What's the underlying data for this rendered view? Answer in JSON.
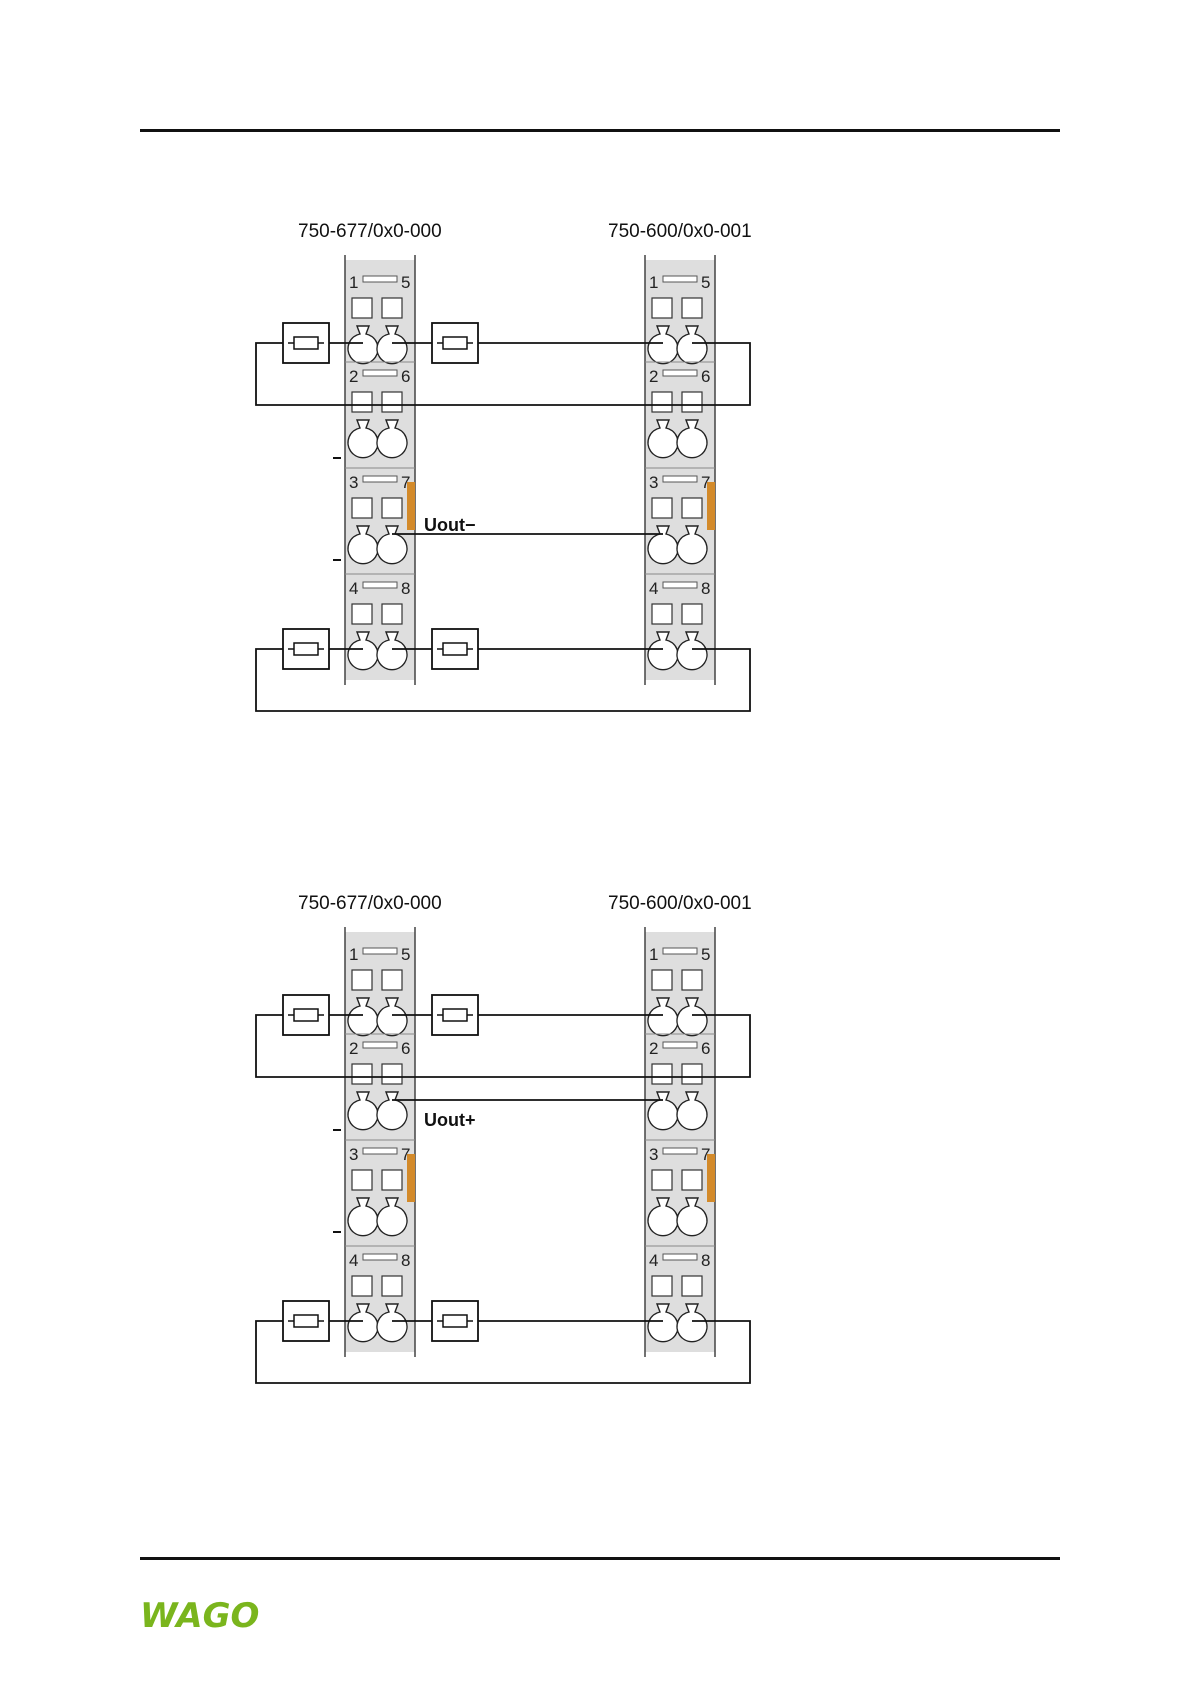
{
  "brand": {
    "name": "WAGO",
    "color": "#7ab51d"
  },
  "diagrams": [
    {
      "left_module": "750-677/0x0-000",
      "right_module": "750-600/0x0-001",
      "output_label": "Uout−",
      "output_terminal": 7
    },
    {
      "left_module": "750-677/0x0-000",
      "right_module": "750-600/0x0-001",
      "output_label": "Uout+",
      "output_terminal": 6
    }
  ],
  "terminal_rows": [
    {
      "left": "1",
      "right": "5"
    },
    {
      "left": "2",
      "right": "6"
    },
    {
      "left": "3",
      "right": "7"
    },
    {
      "left": "4",
      "right": "8"
    }
  ],
  "colors": {
    "line": "#111111",
    "module": "#dedede",
    "slot": "#ffffff",
    "accent": "#d38a2a"
  }
}
